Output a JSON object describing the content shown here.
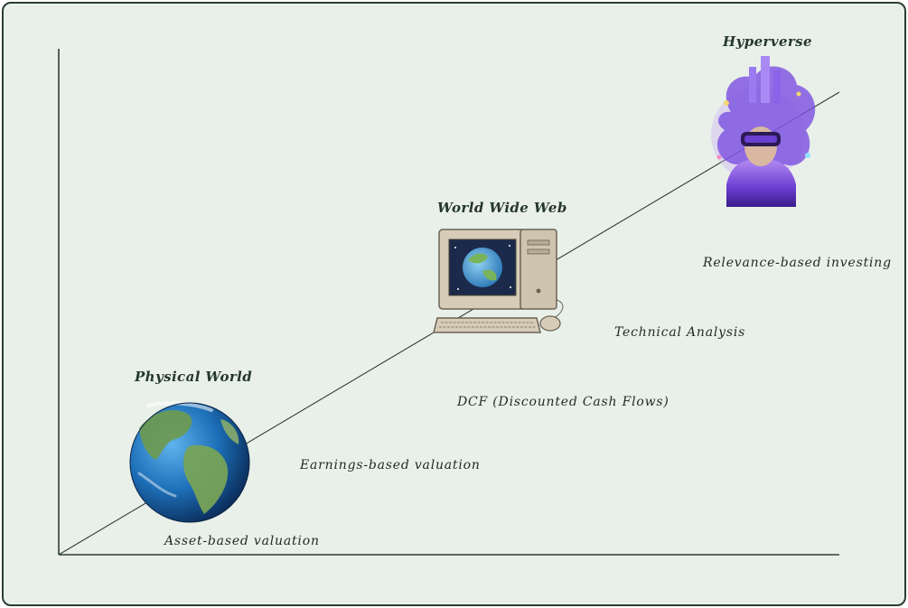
{
  "stages": [
    {
      "title": "Physical World",
      "icon": "earth-globe-icon"
    },
    {
      "title": "World Wide Web",
      "icon": "desktop-computer-icon"
    },
    {
      "title": "Hyperverse",
      "icon": "vr-headset-person-icon"
    }
  ],
  "methods": [
    "Asset-based valuation",
    "Earnings-based valuation",
    "DCF (Discounted Cash Flows)",
    "Technical Analysis",
    "Relevance-based investing"
  ],
  "colors": {
    "background": "#e9f0ea",
    "border": "#2c3d33",
    "axis": "#2c3d33",
    "text": "#1f2a24",
    "ocean": "#1d6fb8",
    "land": "#6f9a4e",
    "screen": "#1b2a4a",
    "computer_body": "#d6ccb8",
    "hyperverse_purple": "#6b3fd1"
  }
}
